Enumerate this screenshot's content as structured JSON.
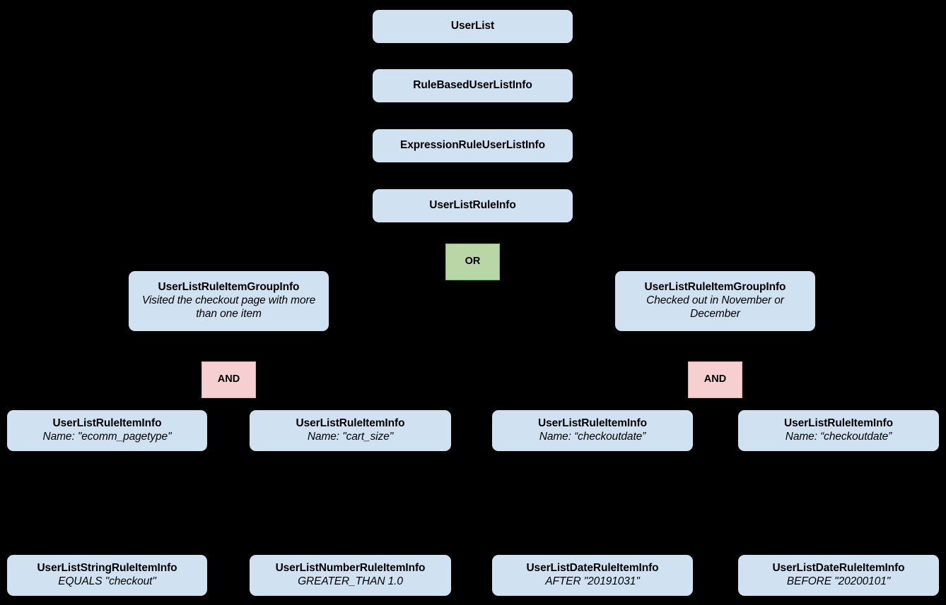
{
  "diagram": {
    "kind": "hierarchy-tree",
    "background_color": "#000000",
    "entity_color": "#d0e2f2",
    "or_color": "#b9d6a7",
    "and_color": "#f6d0d0",
    "text_color": "#000000"
  },
  "nodes": {
    "user_list": {
      "title": "UserList"
    },
    "rule_based_user_list_info": {
      "title": "RuleBasedUserListInfo"
    },
    "expression_rule_user_list_info": {
      "title": "ExpressionRuleUserListInfo"
    },
    "user_list_rule_info": {
      "title": "UserListRuleInfo"
    },
    "or_operator": {
      "label": "OR"
    },
    "group_left": {
      "title": "UserListRuleItemGroupInfo",
      "subtitle": "Visited the checkout page with more than one item"
    },
    "group_right": {
      "title": "UserListRuleItemGroupInfo",
      "subtitle": "Checked out in November or December"
    },
    "and_operator_left": {
      "label": "AND"
    },
    "and_operator_right": {
      "label": "AND"
    },
    "rule_item_1": {
      "title": "UserListRuleItemInfo",
      "subtitle": "Name: \"ecomm_pagetype\""
    },
    "rule_item_2": {
      "title": "UserListRuleItemInfo",
      "subtitle": "Name: \"cart_size\""
    },
    "rule_item_3": {
      "title": "UserListRuleItemInfo",
      "subtitle": "Name: “checkoutdate”"
    },
    "rule_item_4": {
      "title": "UserListRuleItemInfo",
      "subtitle": "Name: “checkoutdate”"
    },
    "leaf_1": {
      "title": "UserListStringRuleItemInfo",
      "subtitle": "EQUALS \"checkout\""
    },
    "leaf_2": {
      "title": "UserListNumberRuleItemInfo",
      "subtitle": "GREATER_THAN 1.0"
    },
    "leaf_3": {
      "title": "UserListDateRuleItemInfo",
      "subtitle": "AFTER \"20191031\""
    },
    "leaf_4": {
      "title": "UserListDateRuleItemInfo",
      "subtitle": "BEFORE \"20200101\""
    }
  }
}
